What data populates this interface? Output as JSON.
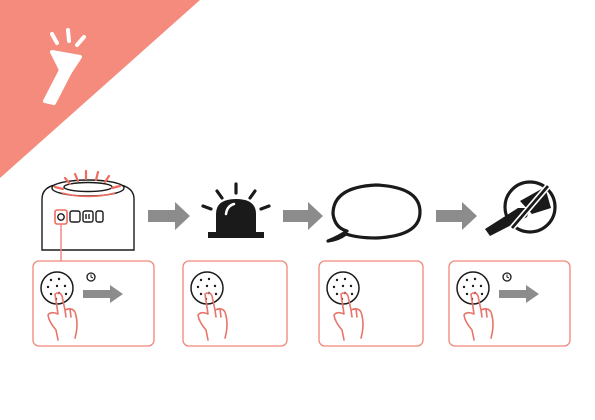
{
  "accent_color": "#f58b7d",
  "arrow_color": "#8c8c8c",
  "ink_color": "#1a1a1a",
  "icons": {
    "corner": "flashlight-icon",
    "device": "speaker-device-icon",
    "step1": "siren-alarm-icon",
    "step2": "speech-bubble-icon",
    "step3": "flashlight-off-icon",
    "timer": "clock-icon",
    "hand": "finger-press-icon",
    "button": "grille-button-icon"
  },
  "steps": [
    {
      "name": "long-press",
      "timed": true
    },
    {
      "name": "press",
      "timed": false
    },
    {
      "name": "press",
      "timed": false
    },
    {
      "name": "long-press",
      "timed": true
    }
  ]
}
